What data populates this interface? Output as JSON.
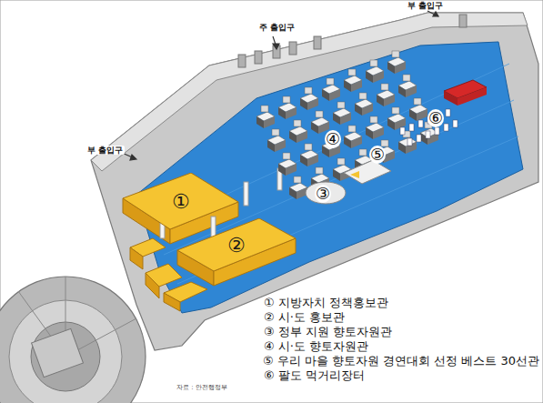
{
  "diagram": {
    "nodes": [
      {
        "text": [
          "①"
        ]
      },
      {
        "text": [
          "②"
        ]
      }
    ],
    "labels": [
      "부 출입구",
      "주 출입구",
      "부 출입구",
      "③",
      "④",
      "⑤",
      "⑥",
      "① 지방자치 정책홍보관",
      "② 시·도 홍보관",
      "③ 정부 지원 향토자원관",
      "④ 시·도 향토자원관",
      "⑤ 우리 마을 향토자원 경연대회 선정 베스트 30선관",
      "⑥ 팔도 먹거리장터",
      "자료 : 안전행정부"
    ]
  }
}
